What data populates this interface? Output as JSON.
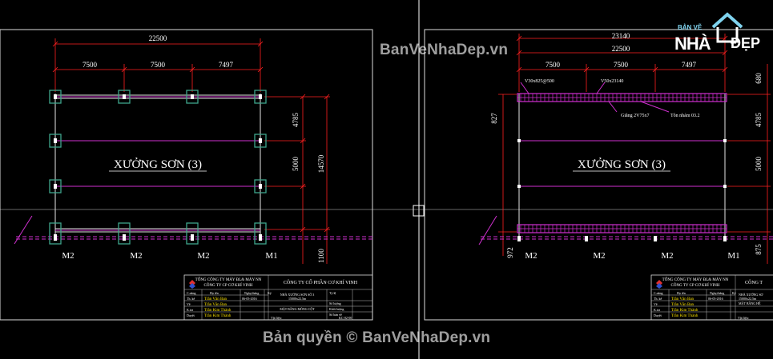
{
  "watermark": {
    "site": "BanVeNhaDep.vn",
    "copyright": "Bản quyền © BanVeNhaDep.vn"
  },
  "logo": {
    "top_text": "BẢN VẼ",
    "main_text": "NHÀ",
    "side_text": "ĐẸP"
  },
  "left_drawing": {
    "title": "XƯỞNG SƠN (3)",
    "dim_total": "22500",
    "dim_spans": [
      "7500",
      "7500",
      "7497"
    ],
    "dim_right": [
      "4785",
      "5000",
      "14570",
      "1100"
    ],
    "columns": [
      "M2",
      "M2",
      "M2",
      "M1"
    ]
  },
  "right_drawing": {
    "title": "XƯỞNG SƠN (3)",
    "dim_overall": "23140",
    "dim_total": "22500",
    "dim_spans": [
      "7500",
      "7500",
      "7497"
    ],
    "dim_right": [
      "680",
      "4785",
      "5000",
      "875"
    ],
    "dim_left": [
      "827",
      "972"
    ],
    "annotations": [
      "V30x825@500",
      "V50x23140",
      "Giằng 2V75x7",
      "Tôn nhám 03.2"
    ],
    "columns": [
      "M2",
      "M2",
      "M2",
      "M1"
    ]
  },
  "title_block_left": {
    "company_parent_1": "TỔNG CÔNG TY MÁY ĐL& MÁY NN",
    "company_parent_2": "CÔNG TY CP CƠ KHÍ VINH",
    "company_main": "CÔNG TY CỔ PHẦN CƠ KHÍ VINH",
    "header_cols": [
      "C.năng",
      "Họ tên",
      "Ngày,tháng",
      "Ký"
    ],
    "rows": [
      {
        "role": "Th. kế",
        "name": "Trần Văn Ban",
        "date": "06-05-2016"
      },
      {
        "role": "Vẽ",
        "name": "Trần Văn Ban",
        "date": ""
      },
      {
        "role": "K.tra",
        "name": "Trần Kim Thành",
        "date": ""
      },
      {
        "role": "Duyệt",
        "name": "Trần Kim Thành",
        "date": ""
      }
    ],
    "drawing_name": "NHÀ XƯỞNG SƠN SỐ 3",
    "drawing_size": "15000x22.5m",
    "drawing_type": "MẶT BẰNG MÓNG CỘT",
    "fields": [
      "Tỷ lệ",
      "Số lượng",
      "Khối lượng",
      "Số bản vẽ"
    ],
    "material": "Vật liệu:",
    "code": "KC-02-00"
  },
  "title_block_right": {
    "company_parent_1": "TỔNG CÔNG TY MÁY ĐL& MÁY NN",
    "company_parent_2": "CÔNG TY CP CƠ KHÍ VINH",
    "company_main": "CÔNG T",
    "header_cols": [
      "C.năng",
      "Họ tên",
      "Ngày,tháng",
      "Ký"
    ],
    "rows": [
      {
        "role": "Th. kế",
        "name": "Trần Văn Ban",
        "date": "06-05-2016"
      },
      {
        "role": "Vẽ",
        "name": "Trần Văn Ban",
        "date": ""
      },
      {
        "role": "K.tra",
        "name": "Trần Kim Thành",
        "date": ""
      },
      {
        "role": "Duyệt",
        "name": "Trần Kim Thành",
        "date": ""
      }
    ],
    "drawing_name": "NHÀ XƯỞNG SƠ",
    "drawing_size": "15000x22.5m",
    "drawing_type": "MẶT BẰNG HỆ",
    "material": "Vật liệu:"
  },
  "colors": {
    "background": "#000000",
    "frame": "#e6e6e6",
    "dimension": "#ff2020",
    "purlin": "#d030d0",
    "footing": "#3fa58c",
    "text": "#ffffff",
    "label": "#ffe600"
  }
}
